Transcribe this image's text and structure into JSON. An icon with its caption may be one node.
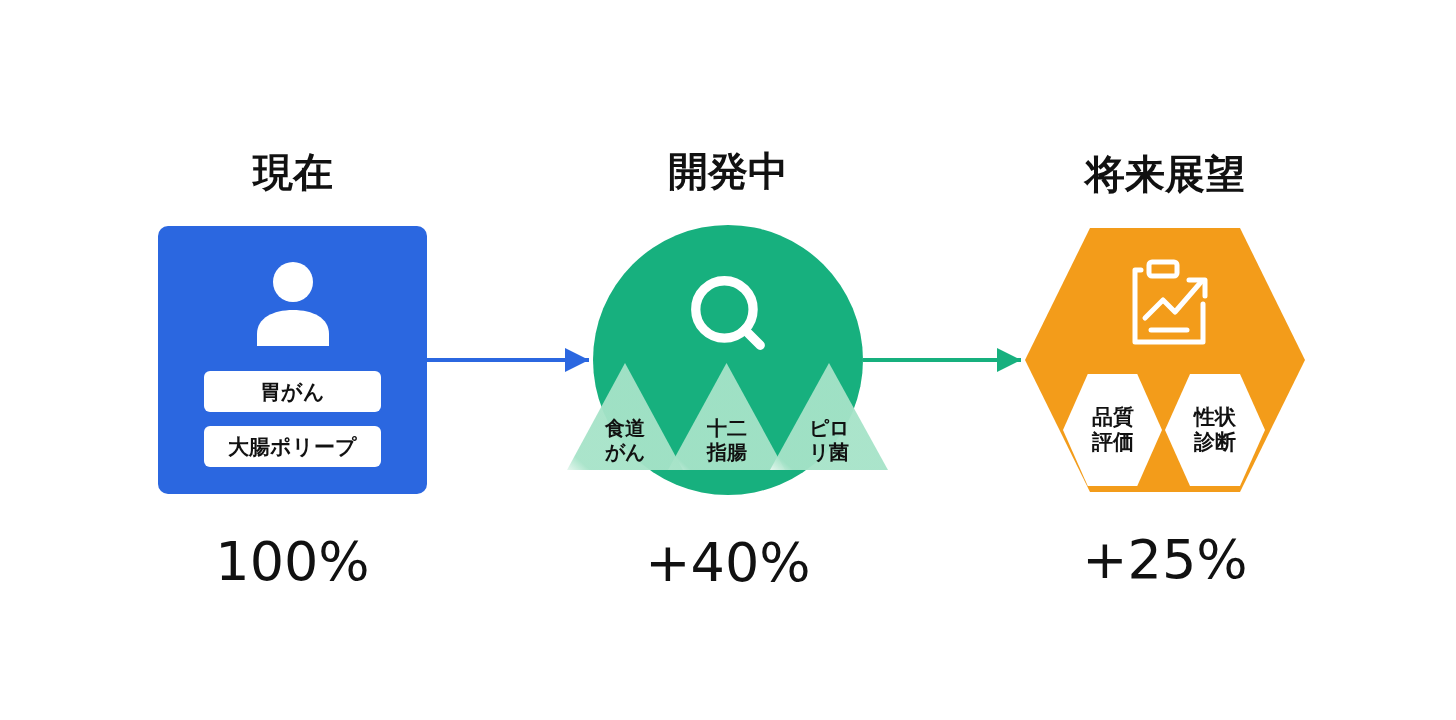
{
  "diagram": {
    "nodes": [
      {
        "text": [
          "現在"
        ],
        "beside": [
          "100%"
        ]
      },
      {
        "text": [
          "胃がん"
        ],
        "in": 0
      },
      {
        "text": [
          "大腸ポリープ"
        ],
        "in": 0
      },
      {
        "text": [
          "開発中"
        ],
        "beside": [
          "+40%"
        ]
      },
      {
        "text": [
          "食道がん"
        ]
      },
      {
        "text": [
          "十二指腸"
        ],
        "in": 3
      },
      {
        "text": [
          "ピロリ菌"
        ]
      },
      {
        "text": [
          "将来展望"
        ],
        "beside": [
          "+25%"
        ]
      },
      {
        "text": [
          "品質評価"
        ],
        "in": 7
      },
      {
        "text": [
          "性状診断"
        ],
        "in": 7
      }
    ],
    "edges": [
      {
        "from": 0,
        "to": 3,
        "arrow": "to",
        "color": "#2b67e0"
      },
      {
        "from": 3,
        "to": 7,
        "arrow": "to",
        "color": "#17b07e"
      }
    ]
  }
}
